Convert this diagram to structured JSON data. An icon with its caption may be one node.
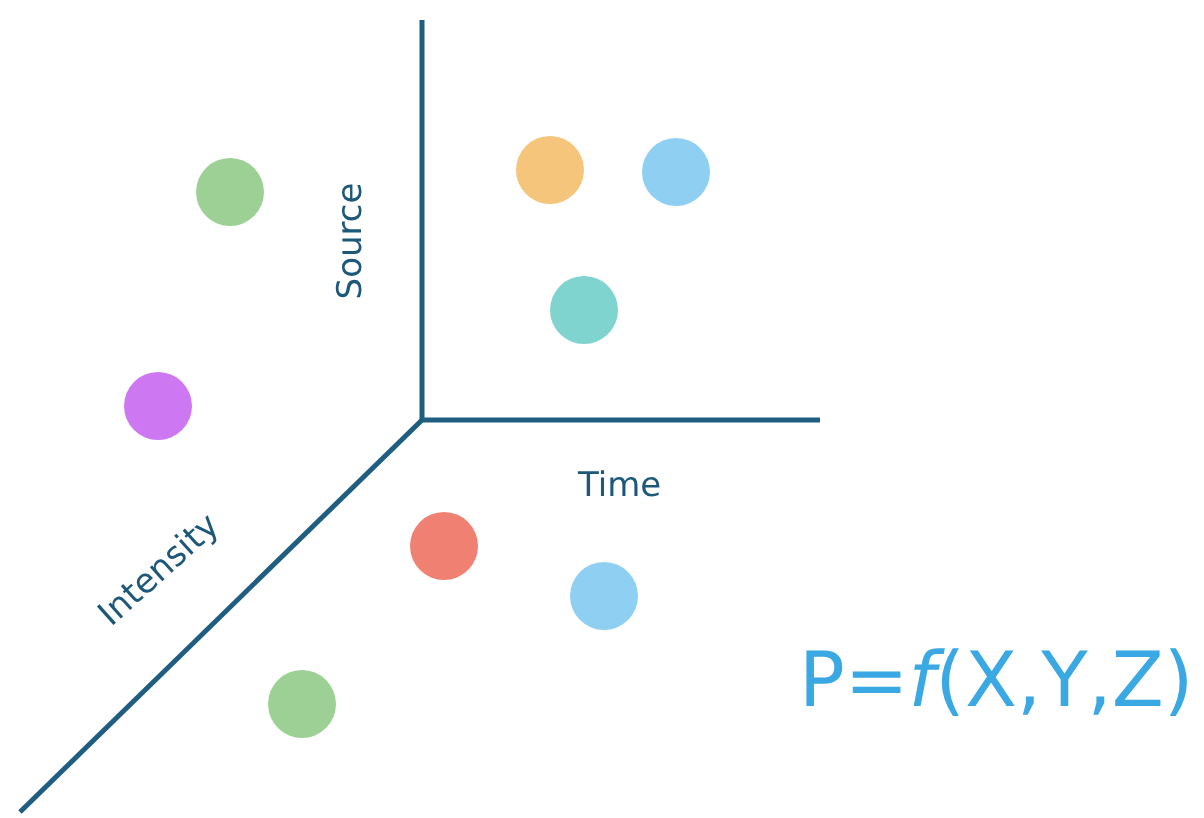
{
  "diagram": {
    "labels": [
      "Source",
      "Time",
      "Intensity",
      "P=*f*(X,Y,Z)"
    ]
  }
}
